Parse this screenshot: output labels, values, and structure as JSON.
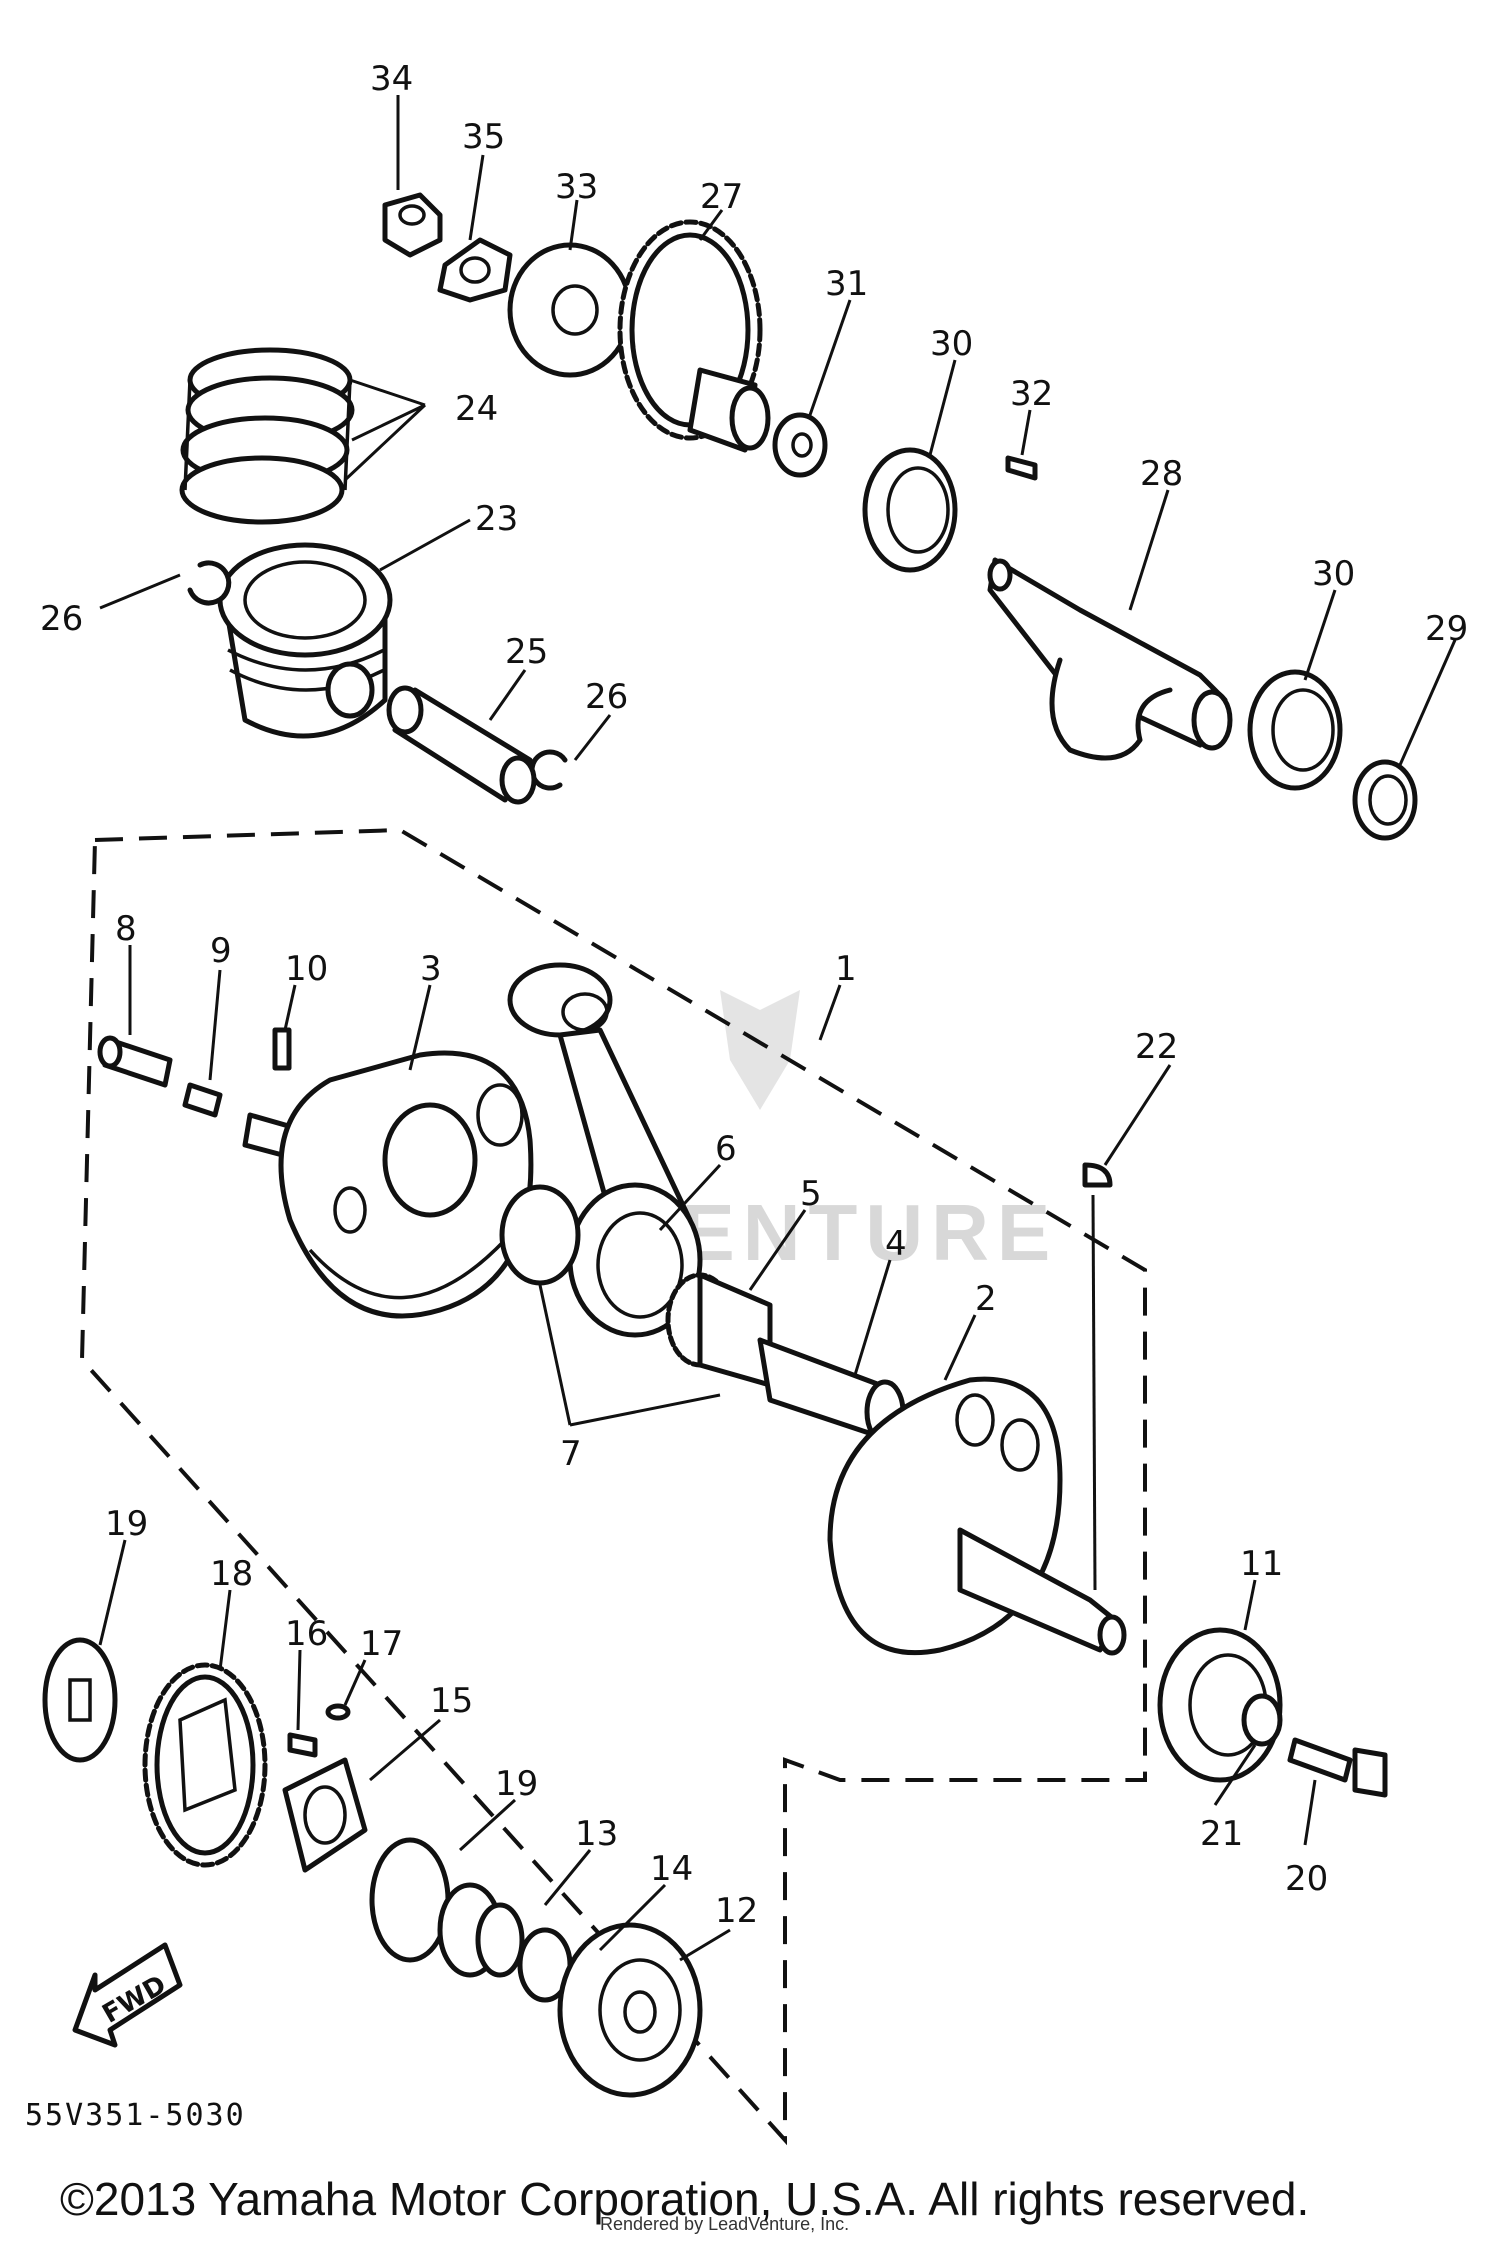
{
  "labels": [
    "34",
    "35",
    "33",
    "27",
    "31",
    "30",
    "32",
    "24",
    "28",
    "23",
    "26",
    "30",
    "29",
    "25",
    "26",
    "1",
    "8",
    "9",
    "10",
    "3",
    "22",
    "6",
    "5",
    "4",
    "2",
    "7",
    "19",
    "18",
    "16",
    "17",
    "15",
    "11",
    "19",
    "13",
    "14",
    "12",
    "21",
    "20"
  ],
  "fwd_label": "FWD",
  "diagram_code": "55V351-5030",
  "watermark": "VENTURE",
  "copyright": "©2013 Yamaha Motor Corporation, U.S.A. All rights reserved.",
  "rendered_by": "Rendered by LeadVenture, Inc."
}
